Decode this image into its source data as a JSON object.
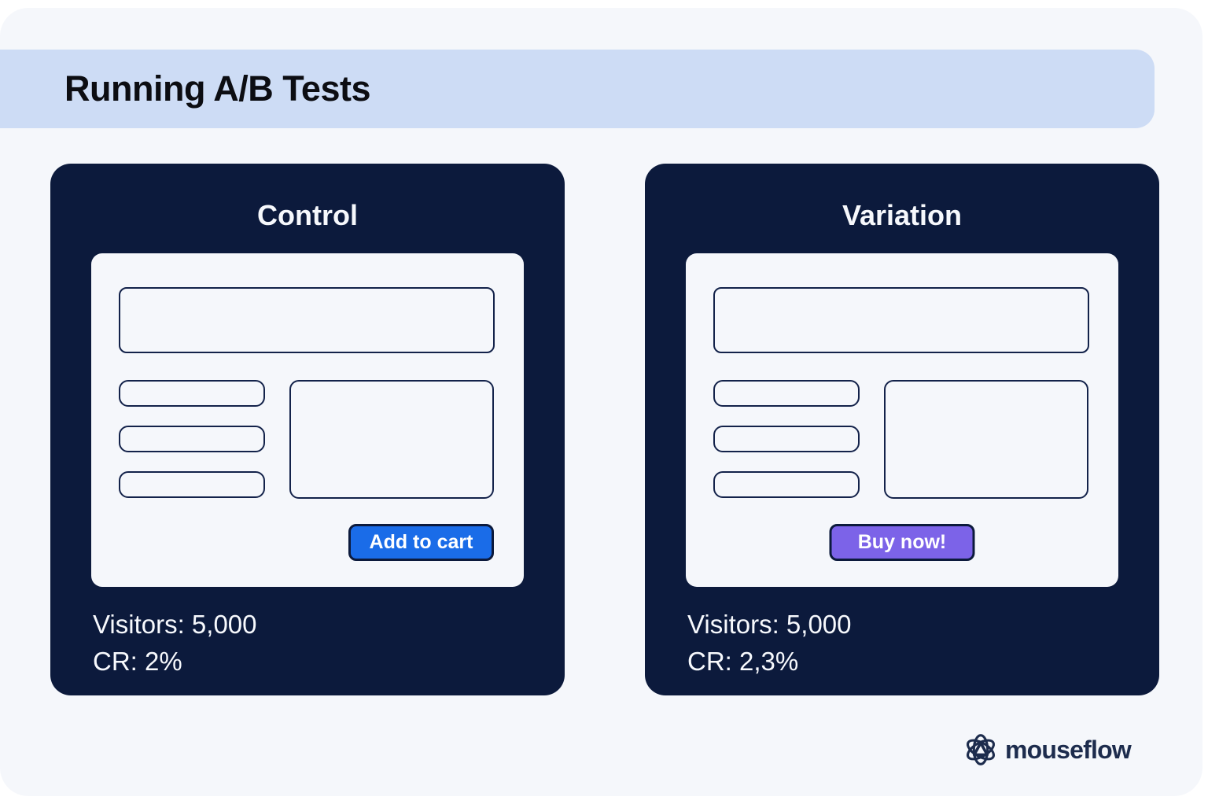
{
  "page": {
    "outer_background": "#ffffff",
    "surface_background": "#f5f7fb"
  },
  "header": {
    "title": "Running A/B Tests",
    "banner_color": "#cddcf5"
  },
  "variants": [
    {
      "title": "Control",
      "button": {
        "label": "Add to cart",
        "color": "#1a6ce8",
        "alignment": "right"
      },
      "stats": {
        "visitors": "Visitors: 5,000",
        "conversion_rate": "CR: 2%"
      }
    },
    {
      "title": "Variation",
      "button": {
        "label": "Buy now!",
        "color": "#7c63e8",
        "alignment": "center"
      },
      "stats": {
        "visitors": "Visitors: 5,000",
        "conversion_rate": "CR: 2,3%"
      }
    }
  ],
  "branding": {
    "name": "mouseflow",
    "icon": "mouseflow-atom-icon",
    "color": "#1d2c4d"
  },
  "colors": {
    "card_navy": "#0c1a3c",
    "wireframe_outline": "#13224a"
  }
}
